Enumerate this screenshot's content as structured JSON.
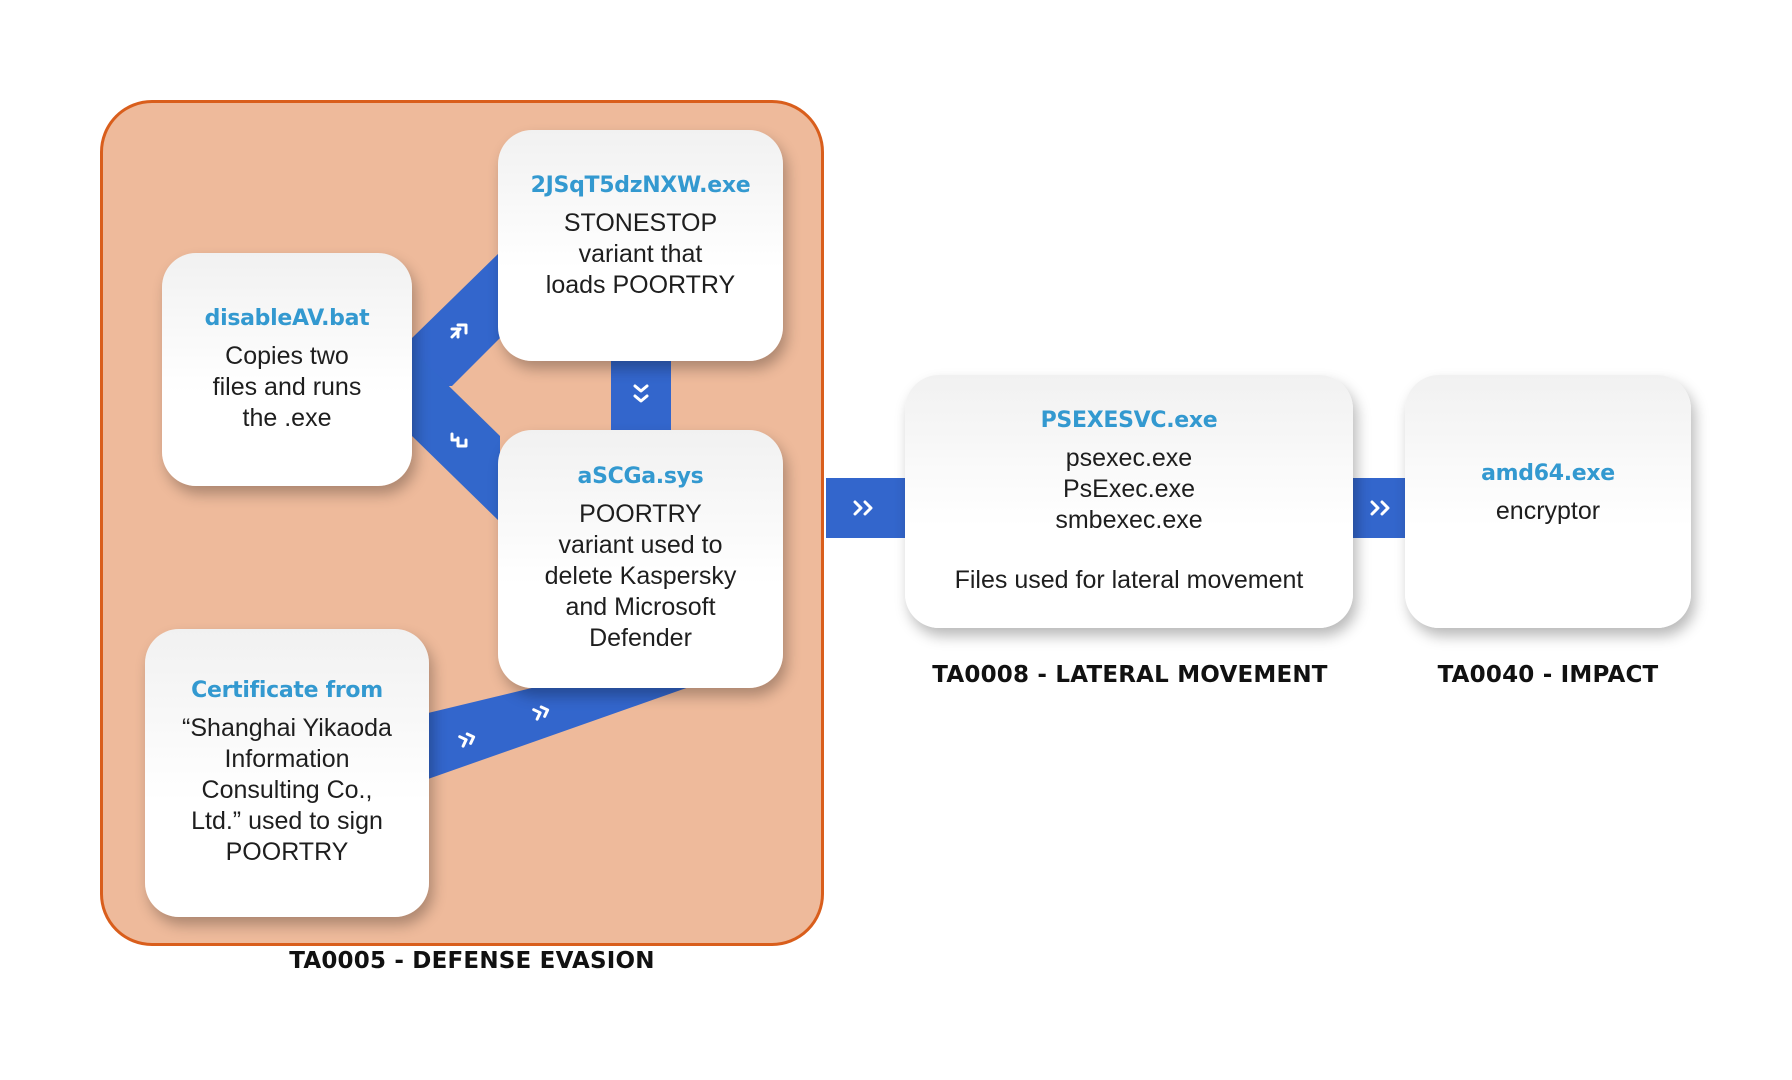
{
  "colors": {
    "accent_blue": "#3366CC",
    "title_blue": "#3399D0",
    "stage_fill": "#EEBA9B",
    "stage_border": "#D95E1C"
  },
  "stages": [
    {
      "id": "defense-evasion",
      "label": "TA0005 - DEFENSE EVASION"
    },
    {
      "id": "lateral-movement",
      "label": "TA0008 - LATERAL MOVEMENT"
    },
    {
      "id": "impact",
      "label": "TA0040 - IMPACT"
    }
  ],
  "nodes": {
    "disableav": {
      "title": "disableAV.bat",
      "lines": [
        "Copies two",
        "files and runs",
        "the .exe"
      ]
    },
    "stonestop": {
      "title": "2JSqT5dzNXW.exe",
      "lines": [
        "STONESTOP",
        "variant that",
        "loads POORTRY"
      ]
    },
    "ascga": {
      "title": "aSCGa.sys",
      "lines": [
        "POORTRY",
        "variant used to",
        "delete Kaspersky",
        "and Microsoft",
        "Defender"
      ]
    },
    "certificate": {
      "title": "Certificate from",
      "lines": [
        "“Shanghai Yikaoda",
        "Information",
        "Consulting Co.,",
        "Ltd.” used to sign",
        "POORTRY"
      ]
    },
    "psexesvc": {
      "title": "PSEXESVC.exe",
      "lines": [
        "psexec.exe",
        "PsExec.exe",
        "smbexec.exe"
      ],
      "note": "Files used for lateral movement"
    },
    "amd64": {
      "title": "amd64.exe",
      "lines": [
        "encryptor"
      ]
    }
  },
  "connectors": [
    {
      "from": "disableav",
      "to": "stonestop",
      "icon": "double-chevron-up-right"
    },
    {
      "from": "disableav",
      "to": "ascga",
      "icon": "double-chevron-down-right"
    },
    {
      "from": "stonestop",
      "to": "ascga",
      "icon": "double-chevron-down"
    },
    {
      "from": "certificate",
      "to": "ascga",
      "icon": "double-chevron-right"
    },
    {
      "from": "defense-evasion",
      "to": "psexesvc",
      "icon": "double-chevron-right"
    },
    {
      "from": "psexesvc",
      "to": "amd64",
      "icon": "double-chevron-right"
    }
  ]
}
